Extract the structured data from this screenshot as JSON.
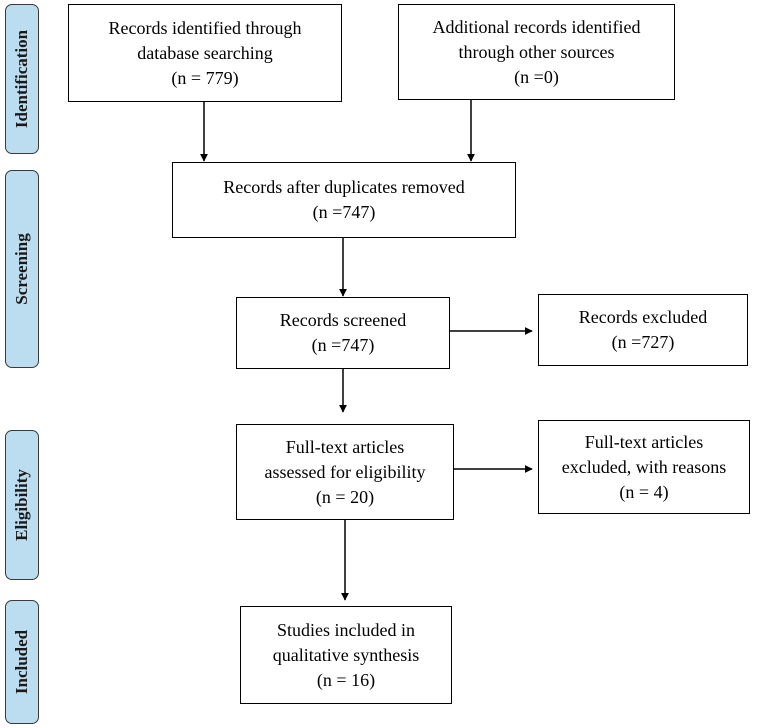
{
  "stages": {
    "identification": "Identification",
    "screening": "Screening",
    "eligibility": "Eligibility",
    "included": "Included"
  },
  "boxes": {
    "database_search": {
      "line1": "Records identified through",
      "line2": "database searching",
      "line3": "(n = 779)"
    },
    "other_sources": {
      "line1": "Additional records identified",
      "line2": "through other sources",
      "line3": "(n =0)"
    },
    "duplicates_removed": {
      "line1": "Records after duplicates removed",
      "line2": "(n =747)"
    },
    "screened": {
      "line1": "Records screened",
      "line2": "(n =747)"
    },
    "excluded": {
      "line1": "Records excluded",
      "line2": "(n =727)"
    },
    "full_text_assessed": {
      "line1": "Full-text articles",
      "line2": "assessed for eligibility",
      "line3": "(n = 20)"
    },
    "full_text_excluded": {
      "line1": "Full-text articles",
      "line2": "excluded, with reasons",
      "line3": "(n = 4)"
    },
    "included_synthesis": {
      "line1": "Studies included in",
      "line2": "qualitative synthesis",
      "line3": "(n = 16)"
    }
  },
  "colors": {
    "stage_fill": "#bcdcf0",
    "stage_border": "#3a3a3a",
    "box_border": "#000000",
    "arrow": "#000000"
  }
}
